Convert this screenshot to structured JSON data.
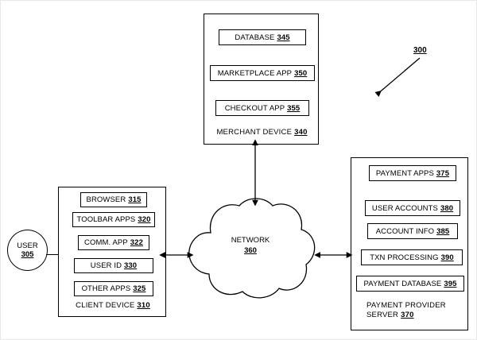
{
  "figure": {
    "ref_label": "300"
  },
  "user": {
    "name": "user-node",
    "label": "USER",
    "ref": "305"
  },
  "client_device": {
    "title_label": "CLIENT DEVICE",
    "title_ref": "310",
    "components": [
      {
        "label": "BROWSER",
        "ref": "315"
      },
      {
        "label": "TOOLBAR APPS",
        "ref": "320"
      },
      {
        "label": "COMM. APP",
        "ref": "322"
      },
      {
        "label": "USER ID",
        "ref": "330"
      },
      {
        "label": "OTHER APPS",
        "ref": "325"
      }
    ]
  },
  "merchant_device": {
    "title_label": "MERCHANT DEVICE",
    "title_ref": "340",
    "components": [
      {
        "label": "DATABASE",
        "ref": "345"
      },
      {
        "label": "MARKETPLACE APP",
        "ref": "350"
      },
      {
        "label": "CHECKOUT APP",
        "ref": "355"
      }
    ]
  },
  "network": {
    "label": "NETWORK",
    "ref": "360"
  },
  "payment_provider_server": {
    "title_line1": "PAYMENT PROVIDER",
    "title_line2": "SERVER",
    "title_ref": "370",
    "components": [
      {
        "label": "PAYMENT APPS",
        "ref": "375"
      },
      {
        "label": "USER ACCOUNTS",
        "ref": "380"
      },
      {
        "label": "ACCOUNT INFO",
        "ref": "385"
      },
      {
        "label": "TXN PROCESSING",
        "ref": "390"
      },
      {
        "label": "PAYMENT DATABASE",
        "ref": "395"
      }
    ]
  },
  "connectors": {
    "client_to_network": "bidirectional-arrow",
    "network_to_merchant": "bidirectional-arrow",
    "network_to_payment_server": "bidirectional-arrow",
    "user_to_client": "line"
  },
  "colors": {
    "stroke": "#000000",
    "background": "#ffffff"
  }
}
